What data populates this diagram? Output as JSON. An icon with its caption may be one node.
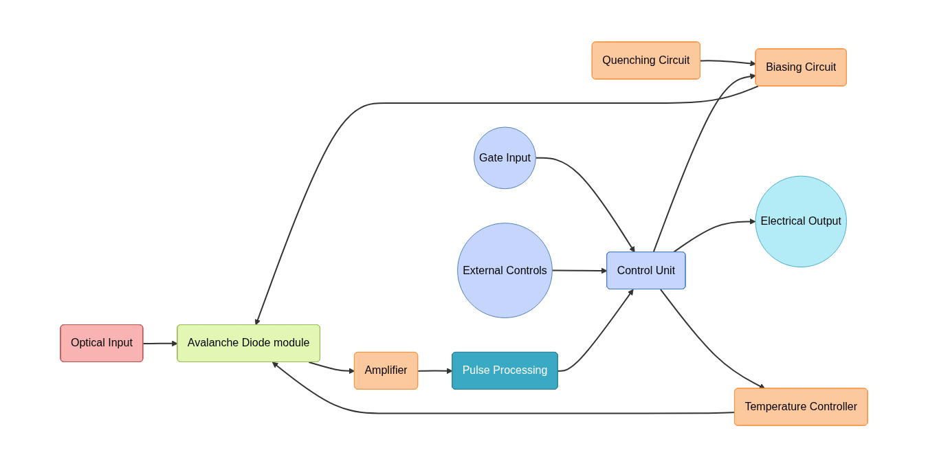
{
  "diagram": {
    "nodes": [
      {
        "text": [
          "Temperature Controller"
        ]
      },
      {
        "text": [
          "Gate Input"
        ]
      },
      {
        "text": [
          "Quenching Circuit"
        ]
      },
      {
        "text": [
          "Control Unit"
        ]
      },
      {
        "text": [
          "Electrical Output"
        ]
      },
      {
        "text": [
          "Optical Input"
        ]
      },
      {
        "text": [
          "Avalanche Diode module"
        ]
      },
      {
        "text": [
          "Biasing Circuit"
        ]
      },
      {
        "text": [
          "External Controls"
        ]
      },
      {
        "text": [
          "Amplifier"
        ]
      },
      {
        "text": [
          "Pulse Processing"
        ]
      }
    ],
    "edges": [
      {
        "from": 3,
        "to": 0,
        "arrow": "to"
      },
      {
        "from": 0,
        "to": 6,
        "arrow": "to"
      },
      {
        "from": 1,
        "to": 3,
        "arrow": "to"
      },
      {
        "from": 2,
        "to": 7,
        "arrow": "to"
      },
      {
        "from": 3,
        "to": 7,
        "arrow": "to"
      },
      {
        "from": 3,
        "to": 4,
        "arrow": "to"
      },
      {
        "from": 5,
        "to": 6,
        "arrow": "to"
      },
      {
        "from": 7,
        "to": 6,
        "arrow": "to"
      },
      {
        "from": 8,
        "to": 3,
        "arrow": "to"
      },
      {
        "from": 6,
        "to": 9,
        "arrow": "to"
      },
      {
        "from": 9,
        "to": 10,
        "arrow": "to"
      },
      {
        "from": 10,
        "to": 3,
        "arrow": "to"
      }
    ]
  }
}
